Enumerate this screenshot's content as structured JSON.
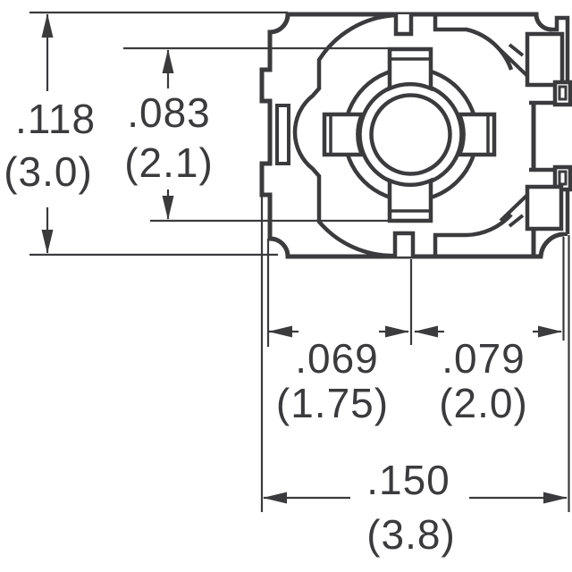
{
  "meta": {
    "title": "Trimmer potentiometer top-view dimension drawing",
    "line_color": "#3b3b3d",
    "background_color": "#ffffff",
    "units": "inches (mm)"
  },
  "dimensions": {
    "body_height": {
      "inches": ".118",
      "mm": "(3.0)"
    },
    "slot_height": {
      "inches": ".083",
      "mm": "(2.1)"
    },
    "pad_left_width": {
      "inches": ".069",
      "mm": "(1.75)"
    },
    "pad_right_width": {
      "inches": ".079",
      "mm": "(2.0)"
    },
    "total_width": {
      "inches": ".150",
      "mm": "(3.8)"
    }
  },
  "icons": {
    "arrowheads": "dimension-arrowhead",
    "component": "trimmer-body-outline"
  }
}
